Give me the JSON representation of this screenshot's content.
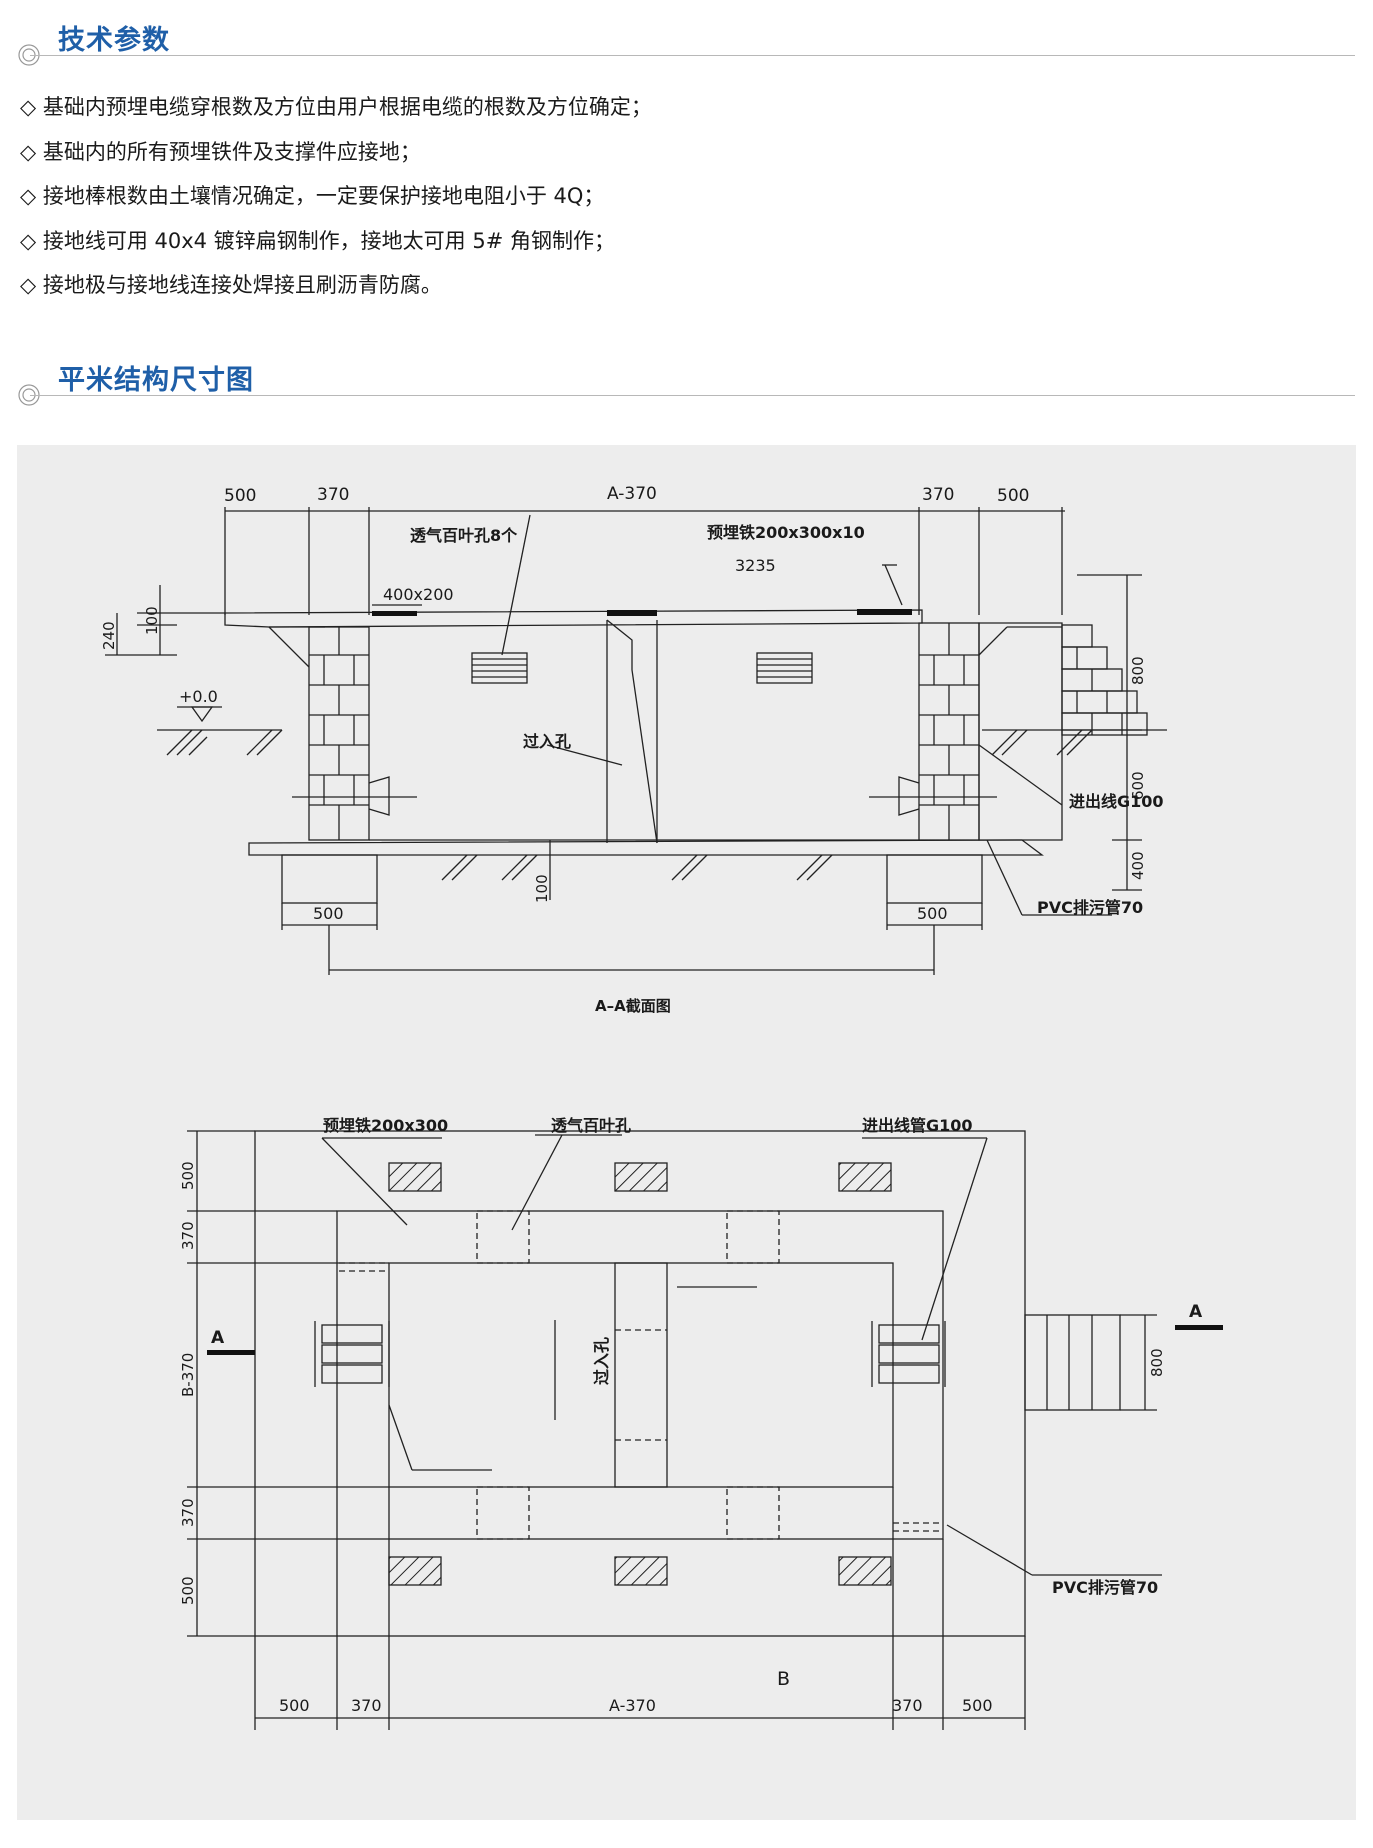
{
  "section1": {
    "title": "技术参数"
  },
  "params": [
    "◇ 基础内预埋电缆穿根数及方位由用户根据电缆的根数及方位确定；",
    "◇ 基础内的所有预埋铁件及支撑件应接地；",
    "◇ 接地棒根数由土壤情况确定，一定要保护接地电阻小于 4Q；",
    "◇ 接地线可用 40x4 镀锌扁钢制作，接地太可用 5# 角钢制作；",
    "◇ 接地极与接地线连接处焊接且刷沥青防腐。"
  ],
  "section2": {
    "title": "平米结构尺寸图"
  },
  "section_view": {
    "dims_top": [
      "500",
      "370",
      "A-370",
      "370",
      "500"
    ],
    "vent_label": "透气百叶孔8个",
    "embed_label": "预埋铁200x300x10",
    "dim_3235": "3235",
    "dim_400x200": "400x200",
    "dim_100": "100",
    "dim_240": "240",
    "level": "+0.0",
    "passage_label": "过入孔",
    "cable_label": "进出线G100",
    "dims_right": [
      "800",
      "600",
      "400"
    ],
    "dim_100_bottom": "100",
    "dim_500_left": "500",
    "dim_500_right": "500",
    "pvc_label": "PVC排污管70",
    "caption": "A–A截面图"
  },
  "plan_view": {
    "embed_label": "预埋铁200x300",
    "vent_label": "透气百叶孔",
    "cable_label": "进出线管G100",
    "passage_label": "过入孔",
    "pvc_label": "PVC排污管70",
    "dims_left": [
      "500",
      "370",
      "B-370",
      "370",
      "500"
    ],
    "dim_800": "800",
    "marker_a_left": "A",
    "marker_a_right": "A",
    "marker_b": "B",
    "dims_bottom": [
      "500",
      "370",
      "A-370",
      "370",
      "500"
    ]
  }
}
